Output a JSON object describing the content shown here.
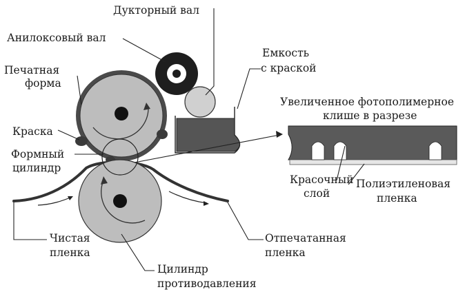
{
  "labels": {
    "ductor_roll": "Дукторный вал",
    "anilox_roll": "Анилоксовый вал",
    "printing_plate_l1": "Печатная",
    "printing_plate_l2": "форма",
    "ink": "Краска",
    "plate_cylinder_l1": "Формный",
    "plate_cylinder_l2": "цилиндр",
    "ink_tank_l1": "Емкость",
    "ink_tank_l2": "с краской",
    "enlarged_l1": "Увеличенное фотополимерное",
    "enlarged_l2": "клише в разрезе",
    "ink_layer_l1": "Красочный",
    "ink_layer_l2": "слой",
    "pe_film_l1": "Полиэтиленовая",
    "pe_film_l2": "пленка",
    "clean_film_l1": "Чистая",
    "clean_film_l2": "пленка",
    "printed_film_l1": "Отпечатанная",
    "printed_film_l2": "пленка",
    "impression_cyl_l1": "Цилиндр",
    "impression_cyl_l2": "противодавления"
  },
  "colors": {
    "cylinder_fill": "#bdbdbd",
    "ink_dark": "#555555",
    "outline": "#222222",
    "film_base": "#e6e6e6"
  }
}
